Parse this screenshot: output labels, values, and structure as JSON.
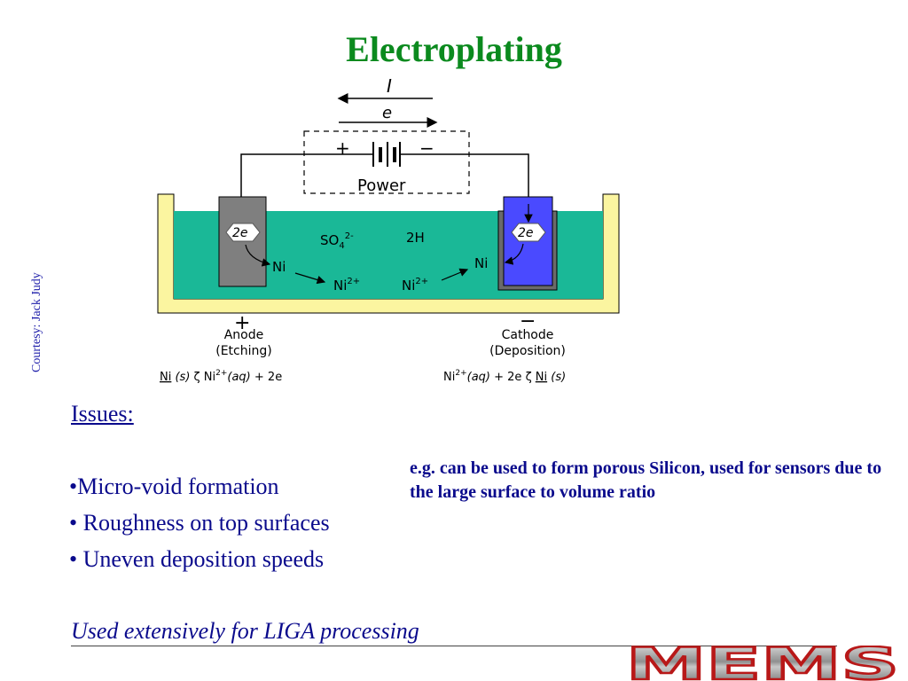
{
  "title": "Electroplating",
  "courtesy": "Courtesy: Jack Judy",
  "diagram": {
    "current_label": "I",
    "electron_label": "e",
    "power_plus": "+",
    "power_minus": "−",
    "power_label": "Power",
    "anode_sign": "+",
    "cathode_sign": "−",
    "anode_name": "Anode",
    "anode_role": "(Etching)",
    "cathode_name": "Cathode",
    "cathode_role": "(Deposition)",
    "anode_electrons": "2e",
    "cathode_electrons": "2e",
    "sulfate": "SO",
    "sulfate_sub": "4",
    "sulfate_sup": "2-",
    "hydrogen": "2H",
    "anode_ni": "Ni",
    "anode_ion": "Ni",
    "cathode_ion": "Ni",
    "cathode_ni": "Ni",
    "ion_charge": "2+",
    "anode_reaction": {
      "ni": "Ni",
      "s": "(s)",
      "zeta": "ζ",
      "ion": "Ni",
      "charge": "2+",
      "aq": "(aq)",
      "rest": "+ 2e"
    },
    "cathode_reaction": {
      "ion": "Ni",
      "charge": "2+",
      "aq": "(aq)",
      "mid": "+ 2e ζ",
      "ni": "Ni",
      "s": "(s)"
    },
    "colors": {
      "electrolyte": "#1ab897",
      "tank_wall": "#fbf5a0",
      "anode": "#7f7f7f",
      "cathode": "#4a4aff"
    }
  },
  "issues": {
    "heading": "Issues:",
    "items": [
      "•Micro-void formation",
      "• Roughness on top surfaces",
      "• Uneven deposition speeds"
    ]
  },
  "note": "e.g. can be used to form porous Silicon, used for sensors due to the large surface to volume ratio",
  "liga": "Used extensively for LIGA processing",
  "logo_text": "MEMS"
}
